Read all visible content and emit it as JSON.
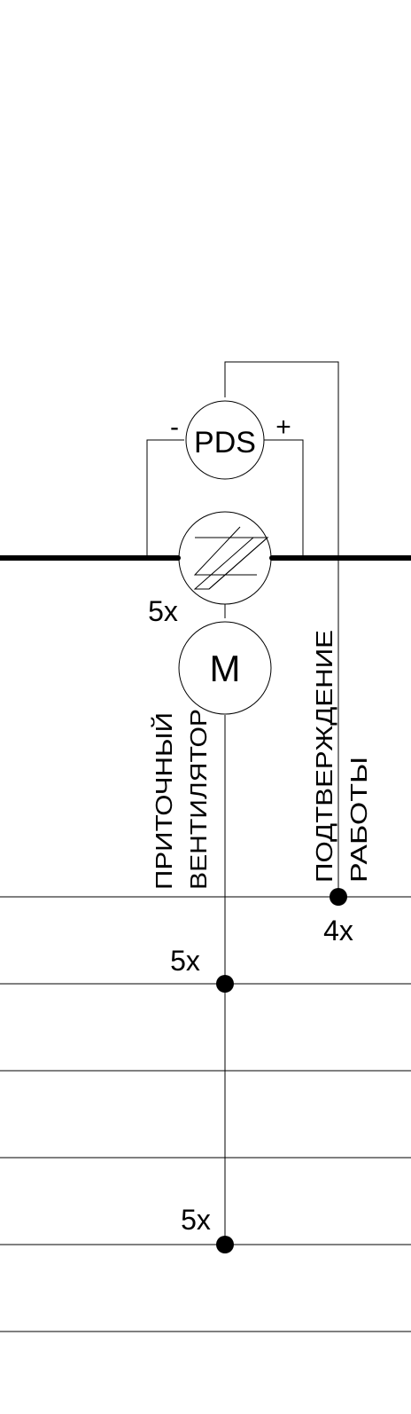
{
  "pds": {
    "label": "PDS",
    "minus": "-",
    "plus": "+"
  },
  "motor": {
    "label": "M"
  },
  "fan": {
    "label_line1": "ПРИТОЧНЫЙ",
    "label_line2": "ВЕНТИЛЯТОР",
    "multiplier": "5x"
  },
  "confirmation": {
    "label_line1": "ПОДТВЕРЖДЕНИЕ",
    "label_line2": "РАБОТЫ",
    "multiplier": "4x"
  },
  "connections": {
    "node_1_multiplier": "5x",
    "node_2_multiplier": "5x"
  }
}
